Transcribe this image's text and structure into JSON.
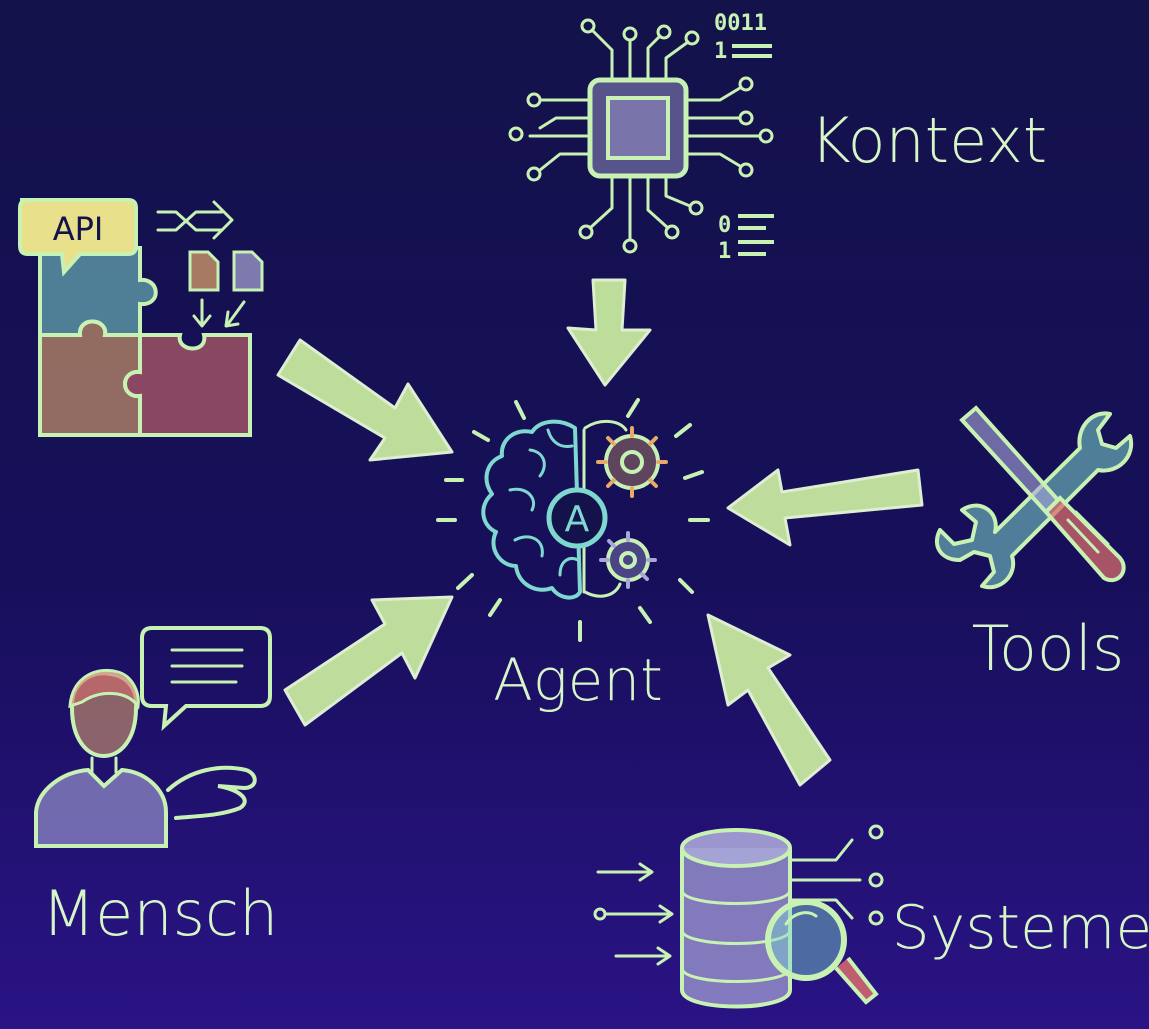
{
  "diagram": {
    "center": {
      "label": "Agent",
      "badge": "A"
    },
    "nodes": {
      "kontext": {
        "label": "Kontext",
        "binary_top": [
          "0011",
          "1"
        ],
        "binary_bottom": [
          "0",
          "1"
        ]
      },
      "api": {
        "label": "API"
      },
      "tools": {
        "label": "Tools"
      },
      "mensch": {
        "label": "Mensch"
      },
      "systeme": {
        "label": "Systeme"
      }
    }
  },
  "colors": {
    "background_top": "#13124a",
    "background_bottom": "#2a1385",
    "line": "#c8f2b4",
    "arrow_fill": "#c7e89f",
    "cyan": "#7fd8d0",
    "orange": "#e6a86b",
    "red": "#d96c6c",
    "lavender": "#a9a6d8"
  }
}
